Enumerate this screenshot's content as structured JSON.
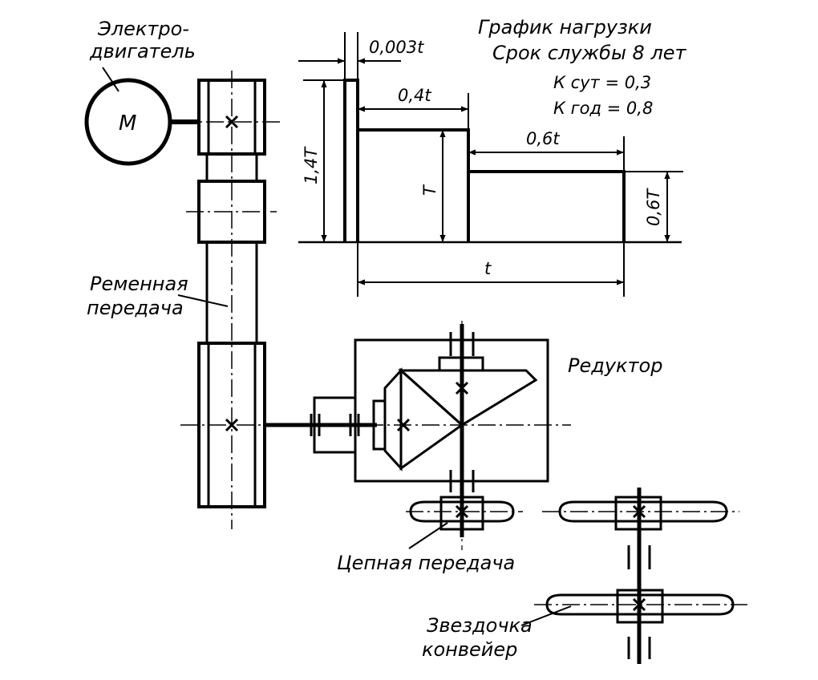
{
  "motor": {
    "label_line1": "Электро-",
    "label_line2": "двигатель",
    "symbol": "M"
  },
  "belt_drive": {
    "label_line1": "Ременная",
    "label_line2": "передача"
  },
  "reducer": {
    "label": "Редуктор"
  },
  "chain_drive": {
    "label": "Цепная передача"
  },
  "conveyor_sprocket": {
    "label_line1": "Звездочка",
    "label_line2": "конвейер"
  },
  "load_chart": {
    "title_line1": "График нагрузки",
    "title_line2": "Срок службы 8 лет",
    "k_sut": "К сут = 0,3",
    "k_god": "К год = 0,8",
    "dim_peak_time": "0,003t",
    "dim_mid_time": "0,4t",
    "dim_low_time": "0,6t",
    "dim_total_time": "t",
    "dim_peak_load": "1,4T",
    "dim_mid_load": "T",
    "dim_low_load": "0,6T"
  }
}
